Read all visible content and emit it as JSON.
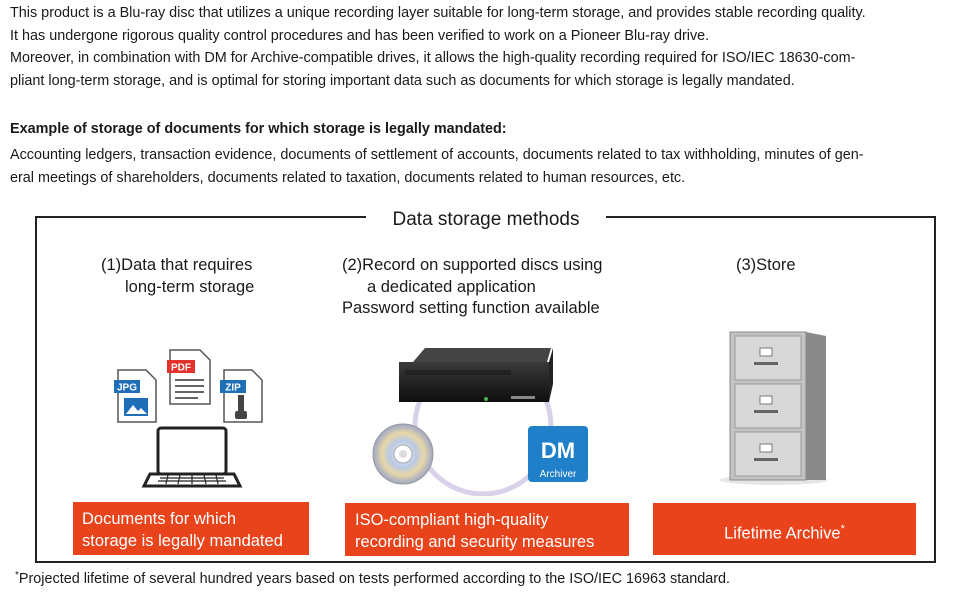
{
  "intro": [
    "This product is a Blu-ray disc that utilizes a unique recording layer suitable for long-term storage, and provides stable recording quality.",
    "It has undergone rigorous quality control procedures and has been verified to work on a Pioneer Blu-ray drive.",
    "Moreover, in combination with DM for Archive-compatible drives, it allows the high-quality recording required for ISO/IEC 18630-com-",
    "pliant long-term storage, and is optimal for storing important data such as documents for which storage is legally mandated."
  ],
  "example_heading": "Example of storage of documents for which storage is legally mandated:",
  "example_lines": [
    "Accounting ledgers, transaction evidence, documents of settlement of accounts, documents related to tax withholding, minutes of gen-",
    "eral meetings of shareholders, documents related to taxation, documents related to human resources, etc."
  ],
  "diagram": {
    "title": "Data storage methods",
    "columns": [
      {
        "title_lines": [
          "(1)Data that requires",
          "long-term storage"
        ],
        "badge_lines": [
          "Documents for which",
          "storage is legally mandated"
        ],
        "file_labels": [
          "JPG",
          "PDF",
          "ZIP"
        ]
      },
      {
        "title_lines": [
          "(2)Record on supported discs using",
          "a dedicated application",
          "Password setting function available"
        ],
        "badge_lines": [
          "ISO-compliant high-quality",
          "recording and security measures"
        ],
        "dm_logo": [
          "DM",
          "Archiver"
        ]
      },
      {
        "title_lines": [
          "(3)Store"
        ],
        "badge_lines": [
          "Lifetime Archive"
        ],
        "badge_mark": "*"
      }
    ]
  },
  "footnote": {
    "mark": "*",
    "text": "Projected lifetime of several hundred years based on tests performed according to the ISO/IEC 16963 standard."
  },
  "colors": {
    "accent": "#e8431a",
    "frame": "#222222",
    "dm_blue": "#1f7fc9"
  }
}
